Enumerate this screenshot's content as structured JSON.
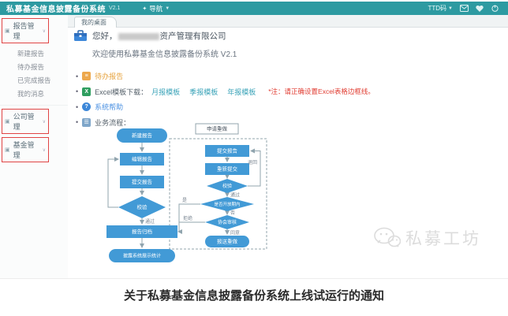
{
  "header": {
    "title": "私募基金信息披露备份系统",
    "version": "V2.1",
    "nav": "导航",
    "user": "TTD码",
    "header_icons": [
      "message-icon",
      "notification-icon",
      "power-icon"
    ]
  },
  "sidebar": {
    "groups": [
      {
        "label": "报告管理",
        "highlighted": true,
        "items": [
          "新建报告",
          "待办报告",
          "已完成报告",
          "我的消息"
        ]
      },
      {
        "label": "公司管理",
        "highlighted": true,
        "items": []
      },
      {
        "label": "基金管理",
        "highlighted": true,
        "items": []
      }
    ]
  },
  "tab": {
    "label": "我的桌面"
  },
  "content": {
    "greeting_prefix": "您好，",
    "greeting_suffix": "资产管理有限公司",
    "welcome": "欢迎使用私募基金信息披露备份系统 V2.1",
    "bullets": {
      "todo": "待办报告",
      "excel_label": "Excel模板下载：",
      "excel_links": [
        "月报模板",
        "季报模板",
        "年报模板"
      ],
      "excel_note": "*注：请正确设置Excel表格边框线。",
      "help": "系统帮助",
      "process": "业务流程："
    }
  },
  "flowchart": {
    "main_nodes": [
      "新建报告",
      "编辑报告",
      "提交报告",
      "校验",
      "报告归档",
      "披露系统展示统计"
    ],
    "redo_title": "申请重做",
    "redo_nodes": [
      "提交报告",
      "重新提交",
      "校验",
      "是否开放期内",
      "协会审核",
      "报送重做"
    ],
    "labels": {
      "pass": "通过",
      "back": "退回",
      "yes": "是",
      "no": "否",
      "agree": "同意",
      "refuse": "拒绝"
    }
  },
  "watermark": "私募工坊",
  "caption": "关于私募基金信息披露备份系统上线试运行的通知",
  "colors": {
    "header_teal": "#2d9aa1",
    "node_blue": "#429ad6",
    "annotation_red": "#e04444",
    "link_teal": "#3aa3b8",
    "link_orange": "#e6a23c",
    "link_blue": "#4a90e2",
    "note_red": "#e03b30"
  }
}
